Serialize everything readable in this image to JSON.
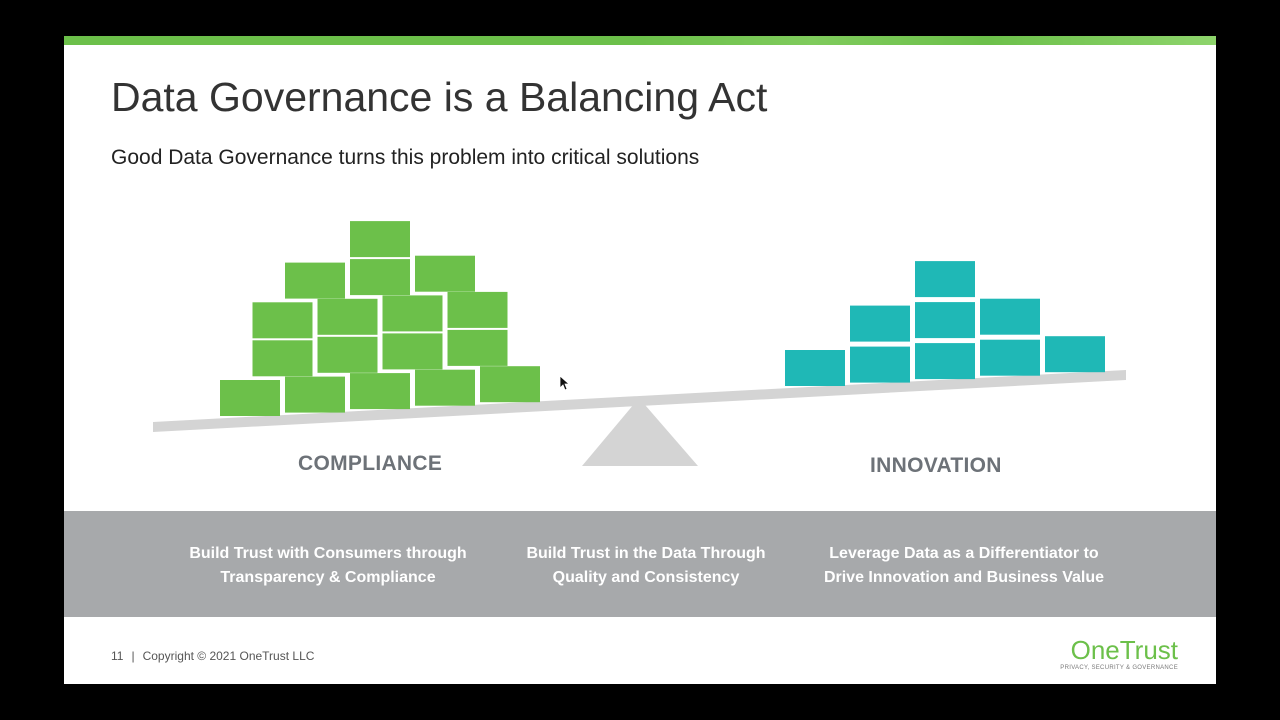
{
  "slide": {
    "title": "Data Governance is a Balancing Act",
    "subtitle": "Good Data Governance turns this problem into critical solutions"
  },
  "scale": {
    "left_label": "COMPLIANCE",
    "right_label": "INNOVATION",
    "left_block_rows": [
      5,
      4,
      4,
      3,
      1
    ],
    "right_block_rows": [
      5,
      3,
      1
    ],
    "colors": {
      "left_blocks": "#6cc04a",
      "right_blocks": "#1fb8b6",
      "beam": "#d4d4d4",
      "fulcrum": "#d4d4d4"
    }
  },
  "band": {
    "items": [
      {
        "line1": "Build Trust with Consumers through",
        "line2": "Transparency & Compliance"
      },
      {
        "line1": "Build Trust in the Data Through",
        "line2": "Quality and Consistency"
      },
      {
        "line1": "Leverage Data as a Differentiator to",
        "line2": "Drive Innovation and Business Value"
      }
    ],
    "color": "#a7a9ab"
  },
  "footer": {
    "page_number": "11",
    "separator": "|",
    "copyright": "Copyright © 2021 OneTrust LLC"
  },
  "logo": {
    "name": "OneTrust",
    "tagline": "PRIVACY, SECURITY & GOVERNANCE",
    "color": "#6cc04a"
  },
  "icons": {
    "cursor": "mouse-pointer-icon"
  }
}
